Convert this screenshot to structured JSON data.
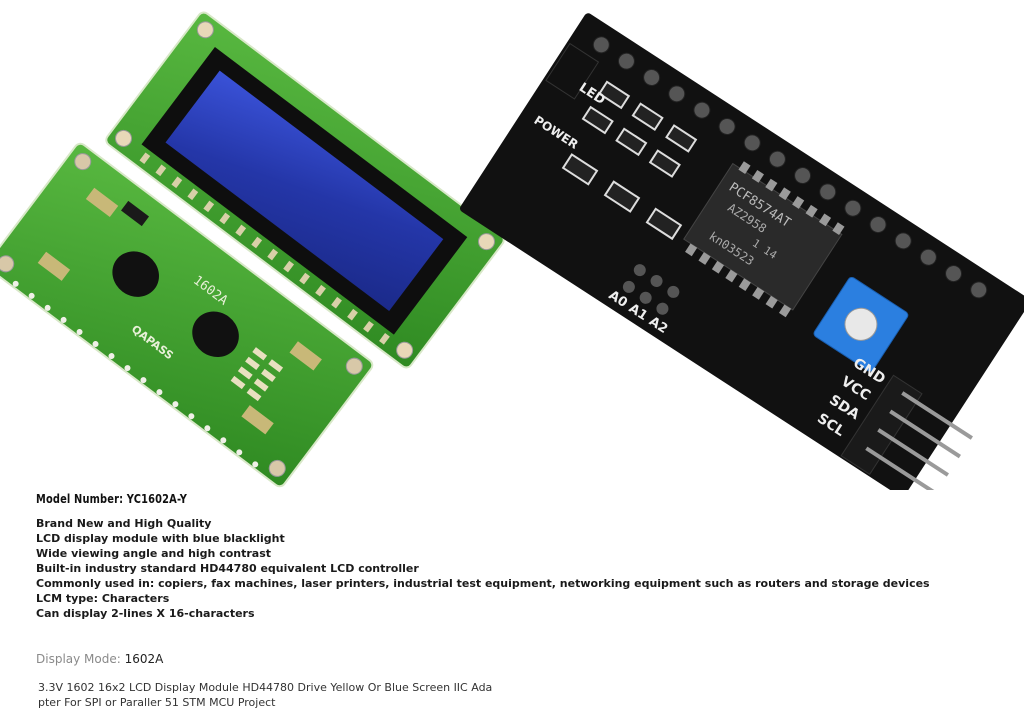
{
  "product": {
    "model_number_label": "Model Number:",
    "model_number": "YC1602A-Y",
    "features": [
      "Brand New and High Quality",
      "LCD display module with blue blacklight",
      "Wide viewing angle and high contrast",
      "Built-in industry standard HD44780 equivalent LCD controller",
      "Commonly used in: copiers, fax machines, laser printers, industrial test equipment, networking equipment such as routers and storage devices",
      "LCM type: Characters",
      "Can display 2-lines X 16-characters"
    ],
    "display_mode_label": "Display Mode:",
    "display_mode": "1602A",
    "description": "3.3V 1602 16x2 LCD Display Module HD44780 Drive Yellow Or Blue Screen IIC Adapter For SPI or Paraller 51 STM MCU Project"
  },
  "photo": {
    "lcd_back_label": "1602A",
    "lcd_back_brand": "QAPASS",
    "chip_text": "PCF8574AT",
    "chip_code_1": "AZ2958",
    "chip_code_2": "1 14",
    "chip_code_3": "kn03523",
    "pin_labels": [
      "GND",
      "VCC",
      "SDA",
      "SCL"
    ],
    "addr_labels": [
      "A0",
      "A1",
      "A2"
    ],
    "led_label": "LED",
    "power_label": "POWER"
  },
  "colors": {
    "pcb_green": "#3f9a2e",
    "lcd_blue": "#2b3fb8",
    "adapter_black": "#121212",
    "pot_blue": "#2b7fe0"
  }
}
